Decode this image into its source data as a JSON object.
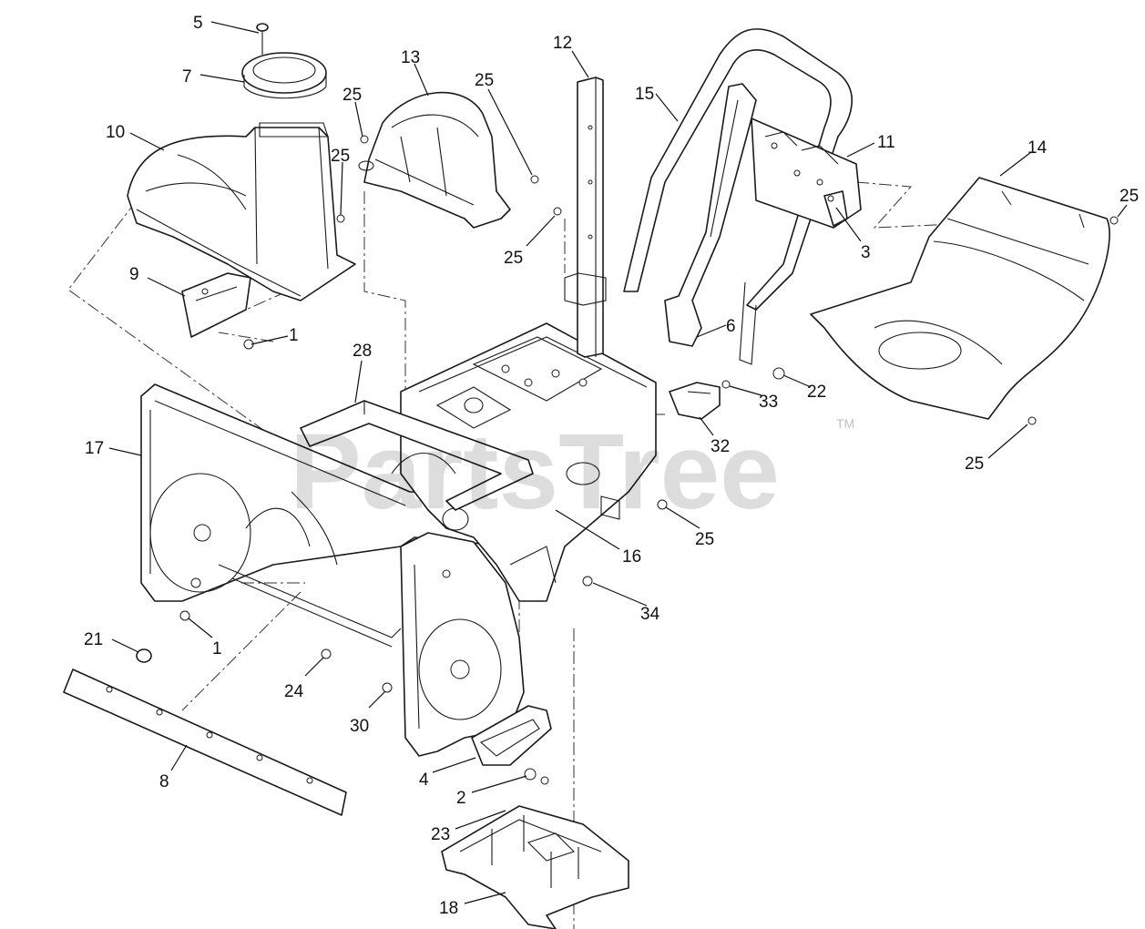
{
  "watermark": {
    "text": "PartsTree",
    "tm": "TM"
  },
  "callouts": {
    "c5": "5",
    "c7": "7",
    "c10": "10",
    "c25a": "25",
    "c25b": "25",
    "c13": "13",
    "c25c": "25",
    "c12": "12",
    "c15": "15",
    "c11": "11",
    "c14": "14",
    "c25d": "25",
    "c3": "3",
    "c25e": "25",
    "c9": "9",
    "c1a": "1",
    "c28": "28",
    "c6": "6",
    "c17": "17",
    "c33": "33",
    "c22": "22",
    "c32": "32",
    "c25f": "25",
    "c25g": "25",
    "c16": "16",
    "c34": "34",
    "c21": "21",
    "c1b": "1",
    "c24": "24",
    "c30": "30",
    "c4": "4",
    "c8": "8",
    "c2": "2",
    "c23": "23",
    "c18": "18"
  }
}
